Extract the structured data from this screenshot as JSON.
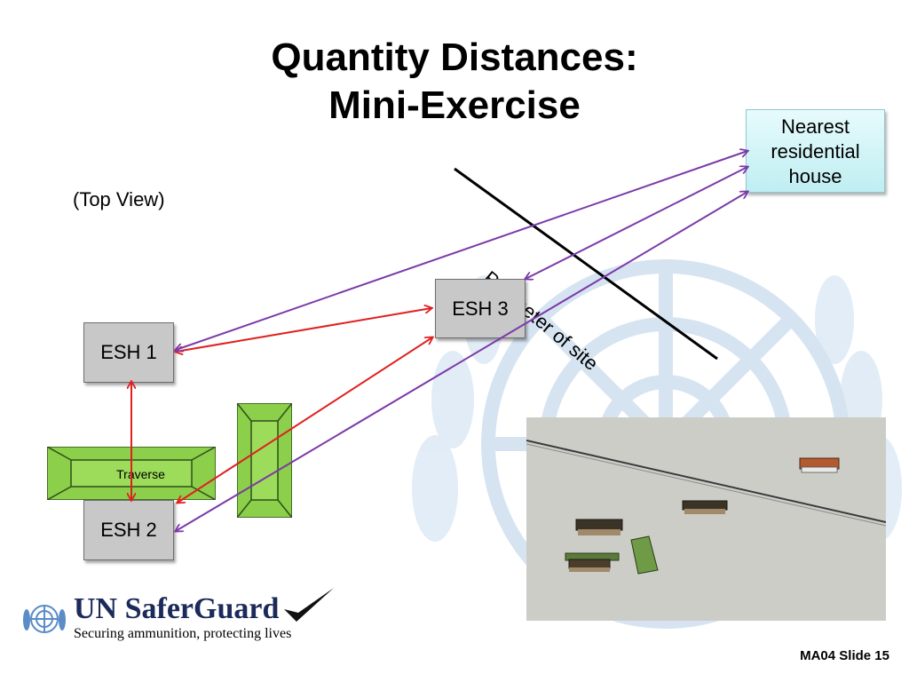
{
  "slide": {
    "title_line1": "Quantity Distances:",
    "title_line2": "Mini-Exercise",
    "subtitle": "(Top View)",
    "slide_number": "MA04 Slide 15"
  },
  "diagram": {
    "boxes": {
      "esh1": "ESH 1",
      "esh2": "ESH 2",
      "esh3": "ESH 3"
    },
    "nearest_house": [
      "Nearest",
      "residential",
      "house"
    ],
    "perimeter_label": "Perimeter of site",
    "traverse_label": "Traverse",
    "colors": {
      "red_arrow": "#e02020",
      "purple_arrow": "#7b3aa8",
      "traverse_green": "#8bcf4a",
      "box_gray": "#c8c8c8",
      "house_cyan": "#cff5f8"
    }
  },
  "logo": {
    "name": "UN SaferGuard",
    "tagline": "Securing ammunition, protecting lives",
    "icon": "un-emblem-icon"
  }
}
